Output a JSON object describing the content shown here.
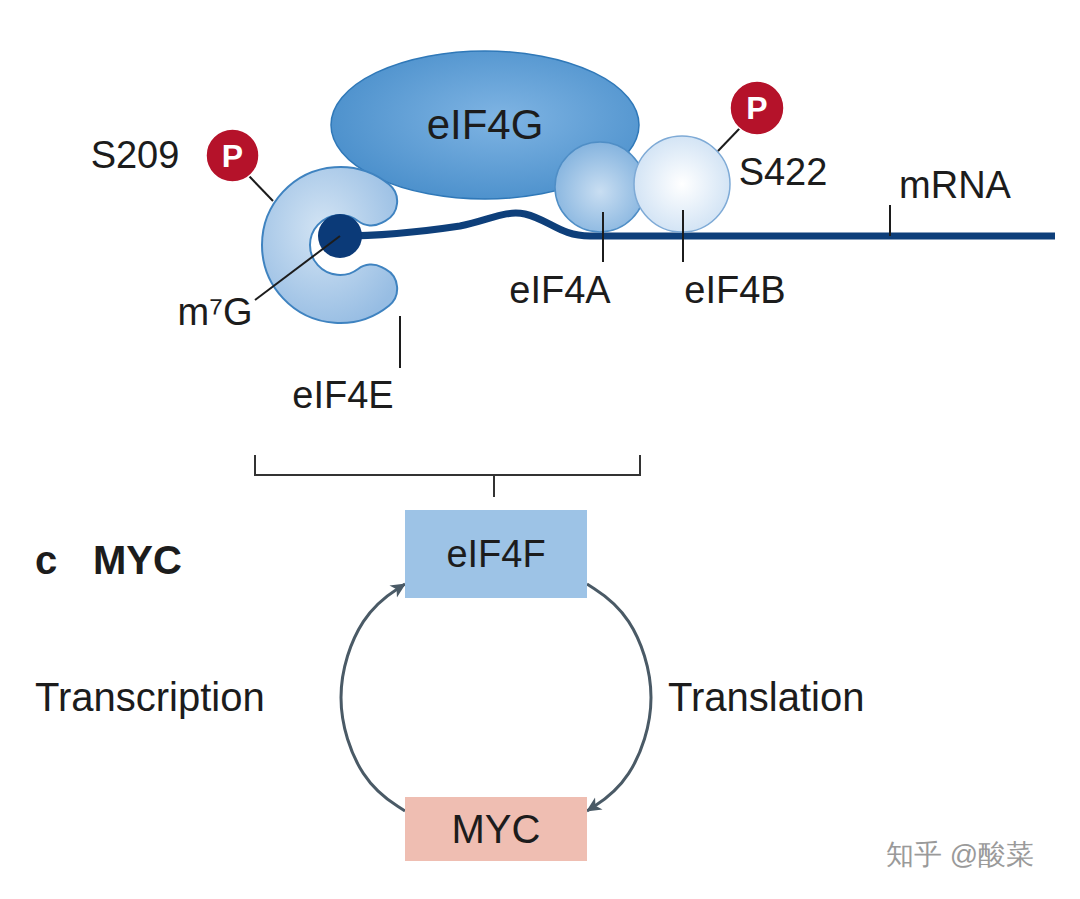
{
  "diagram": {
    "title": "MYC",
    "nodes": [
      {
        "text": [
          "eIF4G"
        ]
      },
      {
        "text": [
          "P"
        ]
      },
      {
        "text": [
          "P"
        ]
      },
      {
        "text": [
          "eIF4F"
        ]
      },
      {
        "text": [
          "MYC"
        ]
      }
    ],
    "edges": [
      {
        "from": 3,
        "to": 4,
        "arrow": "to",
        "label": "Translation"
      },
      {
        "from": 4,
        "to": 3,
        "arrow": "to",
        "label": "Transcription"
      }
    ],
    "labels": [
      "S209",
      "S422",
      "mRNA",
      "m⁷G",
      "eIF4A",
      "eIF4B",
      "eIF4E",
      "c",
      "知乎 @酸菜"
    ]
  }
}
